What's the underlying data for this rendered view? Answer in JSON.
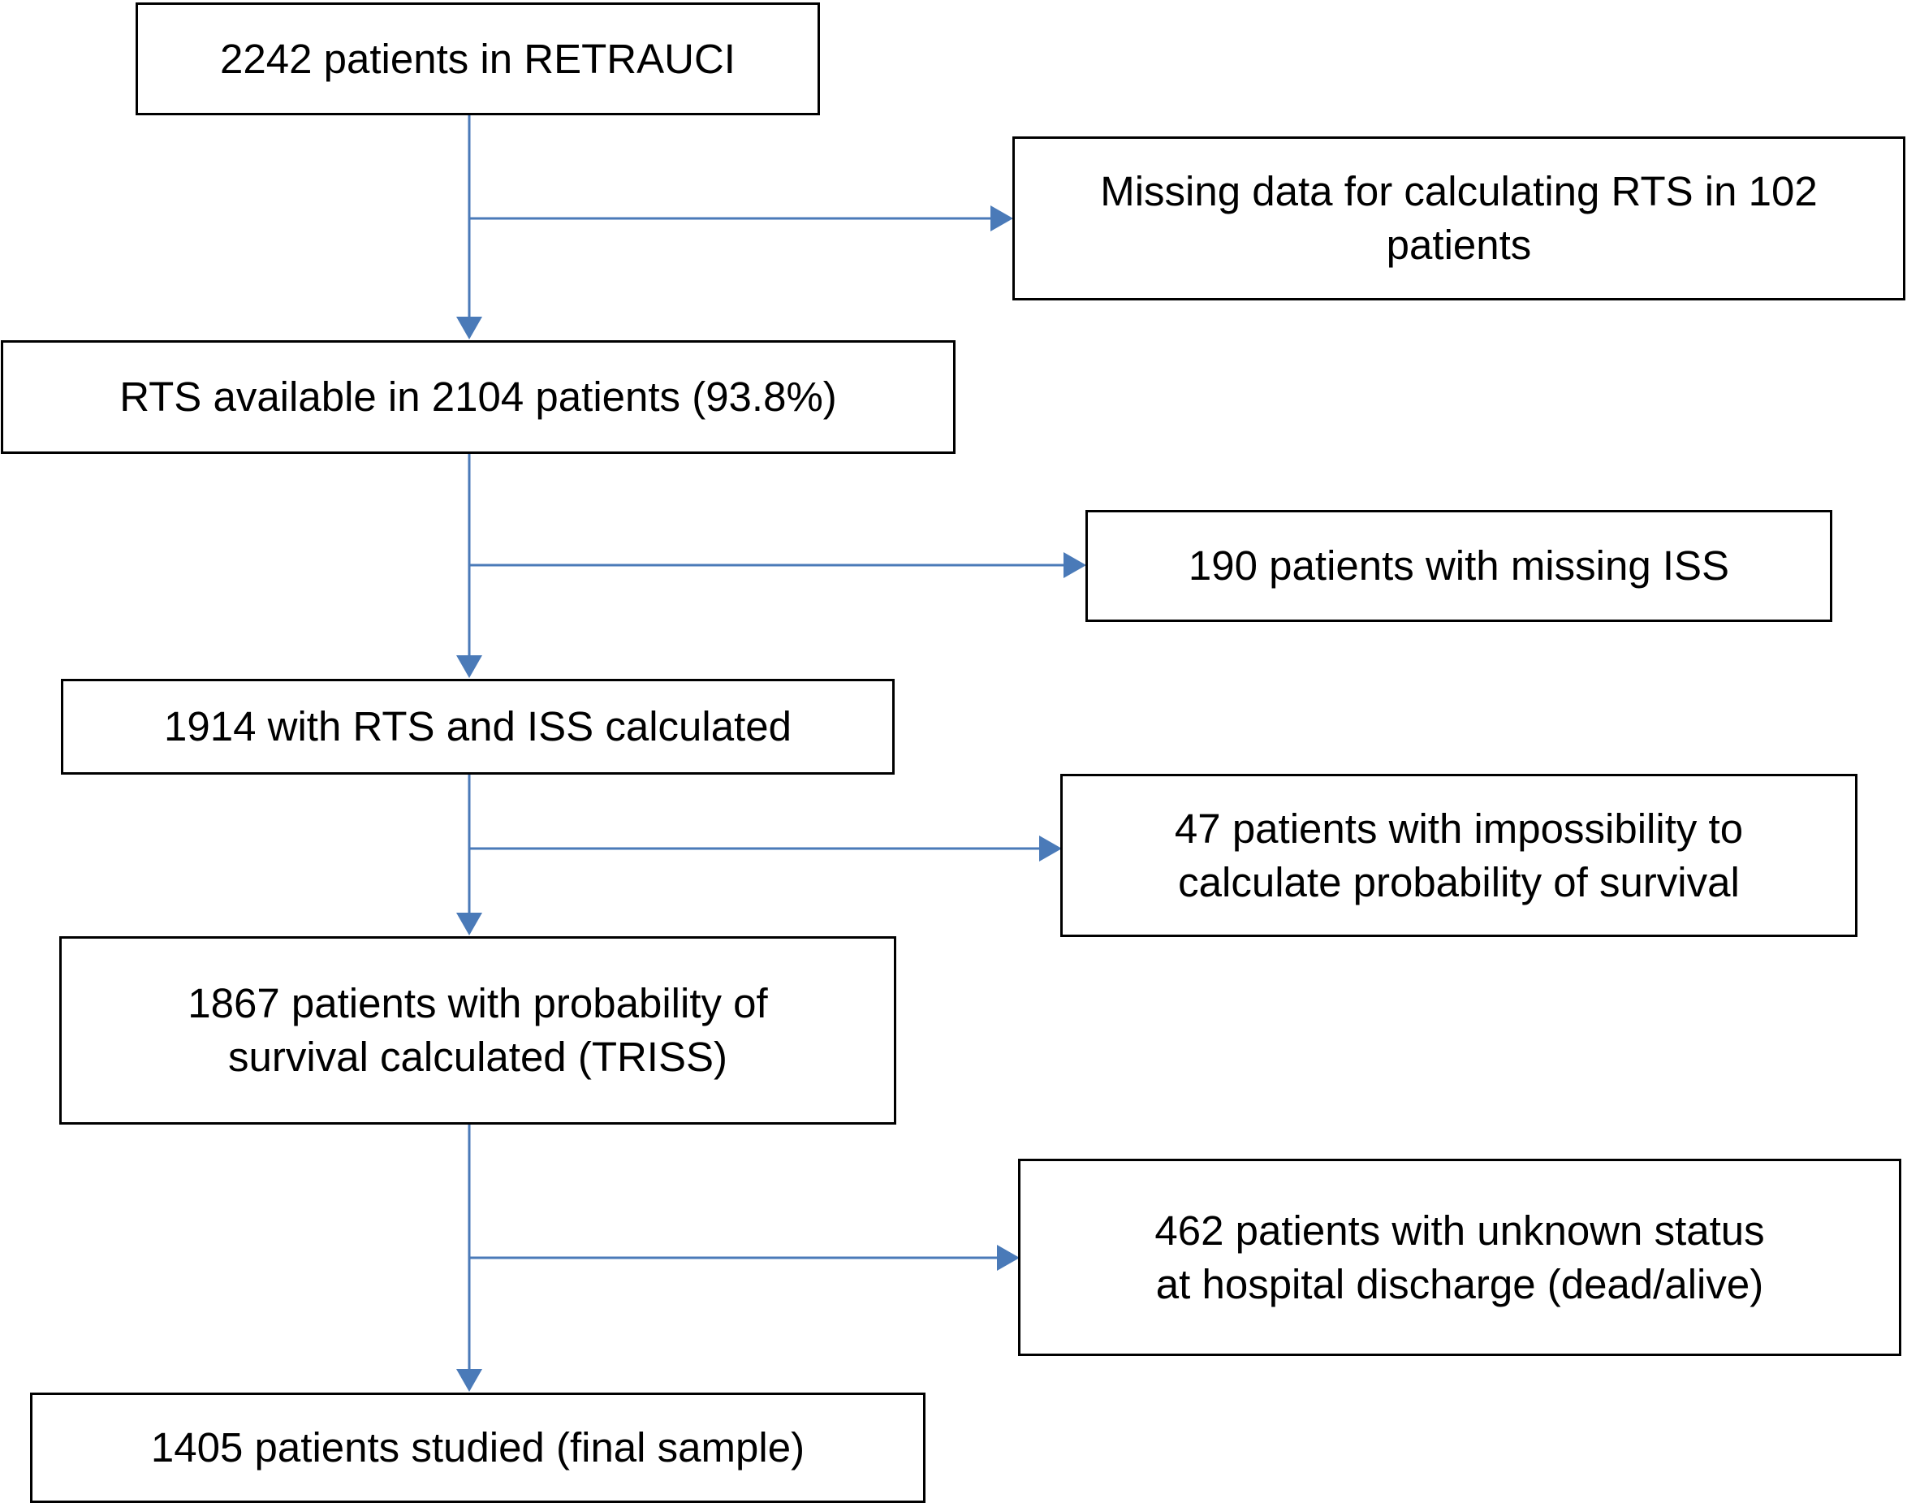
{
  "flowchart": {
    "line_color": "#4a7ab8",
    "main_steps": [
      {
        "id": "step-retrauci",
        "text": "2242 patients in RETRAUCI"
      },
      {
        "id": "step-rts-available",
        "text": "RTS available in 2104 patients (93.8%)"
      },
      {
        "id": "step-rts-iss",
        "text": "1914 with RTS and ISS calculated"
      },
      {
        "id": "step-triss",
        "text": "1867 patients with probability of\nsurvival calculated (TRISS)"
      },
      {
        "id": "step-final-sample",
        "text": "1405 patients studied (final sample)"
      }
    ],
    "exclusions": [
      {
        "id": "exclusion-missing-rts",
        "text": "Missing data for calculating RTS in 102\npatients"
      },
      {
        "id": "exclusion-missing-iss",
        "text": "190 patients with missing ISS"
      },
      {
        "id": "exclusion-no-probability",
        "text": "47 patients with impossibility to\ncalculate probability of survival"
      },
      {
        "id": "exclusion-unknown-status",
        "text": "462 patients with unknown status\nat hospital discharge (dead/alive)"
      }
    ]
  }
}
